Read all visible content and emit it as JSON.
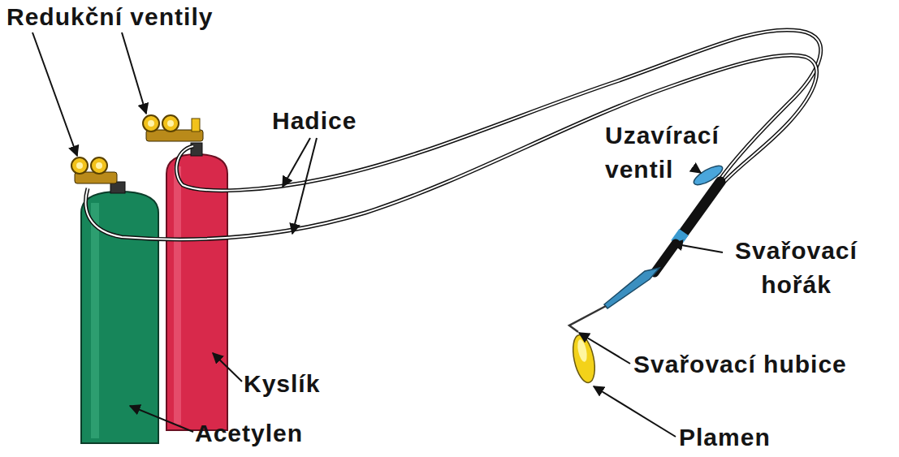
{
  "diagram": {
    "labels": [
      "Redukční ventily",
      "Hadice",
      "Uzavírací ventil",
      "Svařovací hořák",
      "Kyslík",
      "Svařovací hubice",
      "Acetylen",
      "Plamen"
    ]
  }
}
